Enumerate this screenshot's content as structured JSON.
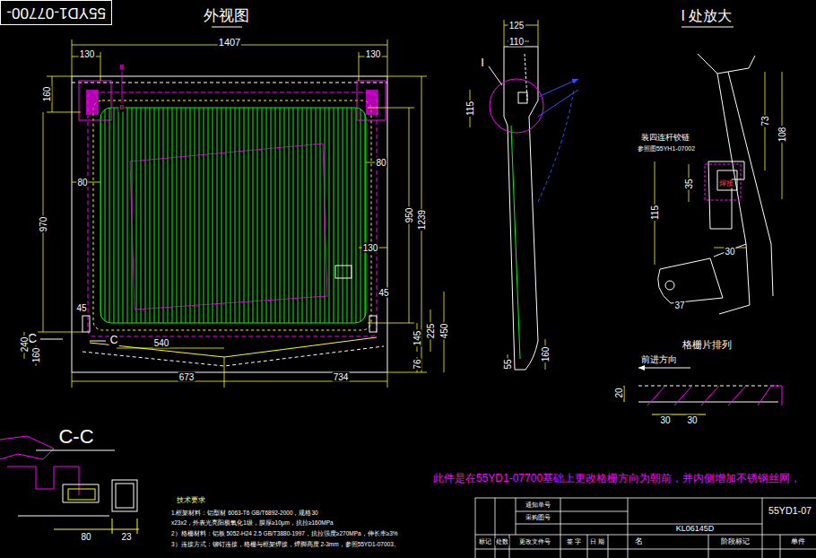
{
  "diagram": {
    "nodes": [
      {
        "text": [
          "55YD1-07700-"
        ]
      }
    ],
    "labels": [
      "外视图",
      "1407",
      "130",
      "130",
      "B",
      "B",
      "160",
      "970",
      "80",
      "80",
      "950",
      "1239",
      "130",
      "45",
      "45",
      "C",
      "C",
      "540",
      "240",
      "160",
      "145",
      "225",
      "450",
      "76",
      "673",
      "734",
      "125",
      "110",
      "I",
      "115",
      "160",
      "55",
      "I 处放大",
      "装四连杆铰链",
      "参照图55YH1-07002",
      "73",
      "108",
      "115",
      "35",
      "焊接",
      "30",
      "37",
      "格栅片排列",
      "前进方向",
      "20",
      "30",
      "30",
      "C-C",
      "80",
      "23",
      "技术要求",
      "1.框架材料：铝型材 6063-T6 GB/T6892-2000，规格30",
      "x23x2，外表光亮阳极氧化1级，膜厚≥10μm，抗拉≥160MPa",
      "2）格栅材料：铝板 5052-H24 2.5 GB/T3880-1997，抗拉强度≥270MPa，伸长率≥3%",
      "3）连接方式：铆钉连接，格栅与框架焊接，焊脚高度 2-3mm，参照55YD1-07003。",
      "此件是在55YD1-07700基础上更改格栅方向为朝前，并内侧增加不锈钢丝网，",
      "通知单号",
      "采购图号",
      "KL06145D",
      "55YD1-07",
      "标记",
      "处数",
      "更改文件号",
      "签 字",
      "日 期",
      "名",
      "阶段标记",
      "单件"
    ]
  }
}
